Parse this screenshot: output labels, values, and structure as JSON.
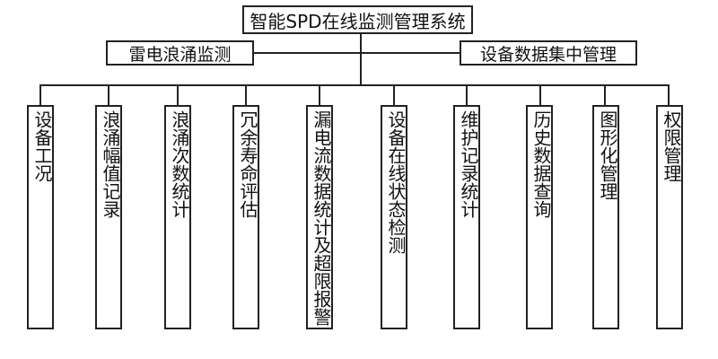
{
  "root": {
    "label": "智能SPD在线监测管理系统"
  },
  "branches": [
    {
      "label": "雷电浪涌监测"
    },
    {
      "label": "设备数据集中管理"
    }
  ],
  "modules": [
    {
      "label": "设备工况"
    },
    {
      "label": "浪涌幅值记录"
    },
    {
      "label": "浪涌次数统计"
    },
    {
      "label": "冗余寿命评估"
    },
    {
      "label": "漏电流数据统计及超限报警"
    },
    {
      "label": "设备在线状态检测"
    },
    {
      "label": "维护记录统计"
    },
    {
      "label": "历史数据查询"
    },
    {
      "label": "图形化管理"
    },
    {
      "label": "权限管理"
    }
  ]
}
